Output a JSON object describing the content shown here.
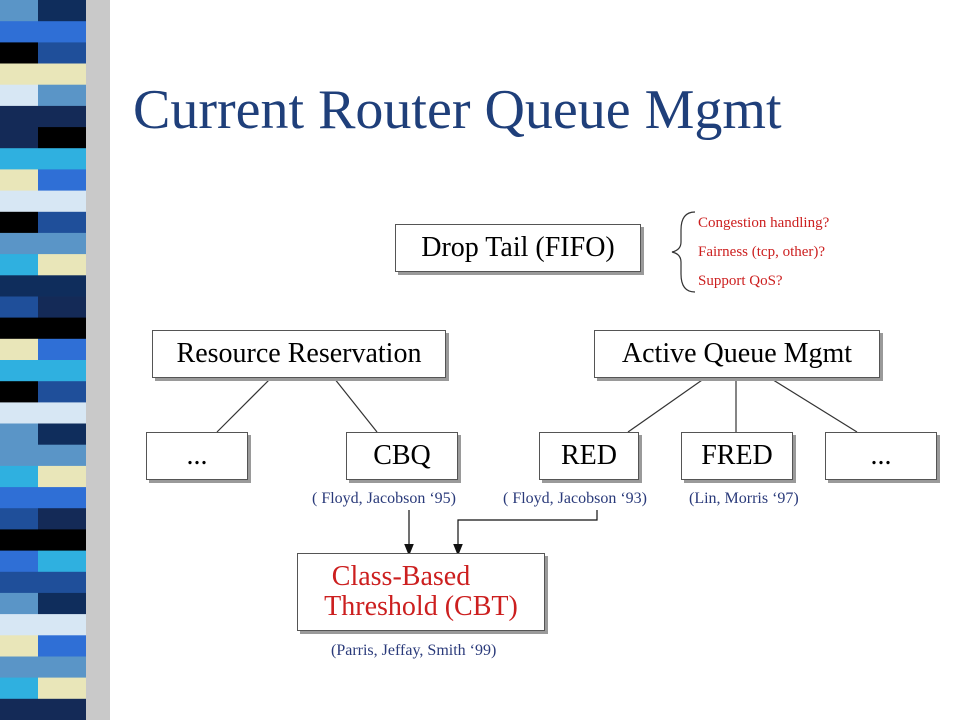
{
  "slide": {
    "title": "Current Router Queue Mgmt"
  },
  "nodes": {
    "drop_tail": "Drop Tail (FIFO)",
    "resource_reservation": "Resource Reservation",
    "active_queue_mgmt": "Active Queue Mgmt",
    "rr_more": "...",
    "cbq": "CBQ",
    "red": "RED",
    "fred": "FRED",
    "aqm_more": "...",
    "cbt_line1": "Class-Based",
    "cbt_line2": "Threshold (CBT)"
  },
  "questions": [
    "Congestion handling?",
    "Fairness (tcp, other)?",
    "Support QoS?"
  ],
  "citations": {
    "cbq": "( Floyd, Jacobson ‘95)",
    "red": "( Floyd, Jacobson ‘93)",
    "fred": "(Lin, Morris ‘97)",
    "cbt": "(Parris, Jeffay, Smith ‘99)"
  },
  "colors": {
    "title": "#1f3f7a",
    "accent_red": "#cc1f1f",
    "citation": "#2a3a7a"
  }
}
